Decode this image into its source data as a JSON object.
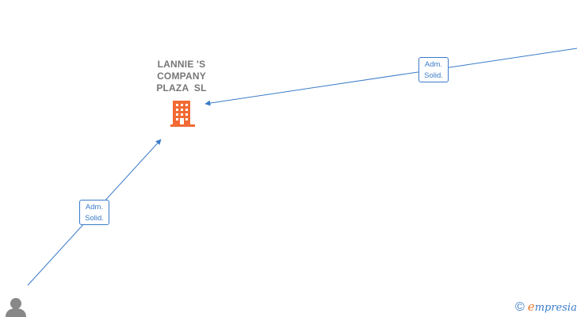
{
  "company": {
    "name_lines": [
      "LANNIE 'S",
      "COMPANY",
      "PLAZA  SL"
    ],
    "icon": "building-icon",
    "icon_color": "#f26a34"
  },
  "relations": [
    {
      "role_lines": [
        "Adm.",
        "Solid."
      ]
    },
    {
      "role_lines": [
        "Adm.",
        "Solid."
      ]
    }
  ],
  "person": {
    "icon": "person-icon",
    "color": "#888888"
  },
  "brand": {
    "copyright": "©",
    "initial": "e",
    "name": "mpresia"
  },
  "colors": {
    "edge": "#3a7bc8",
    "label": "#777777"
  }
}
